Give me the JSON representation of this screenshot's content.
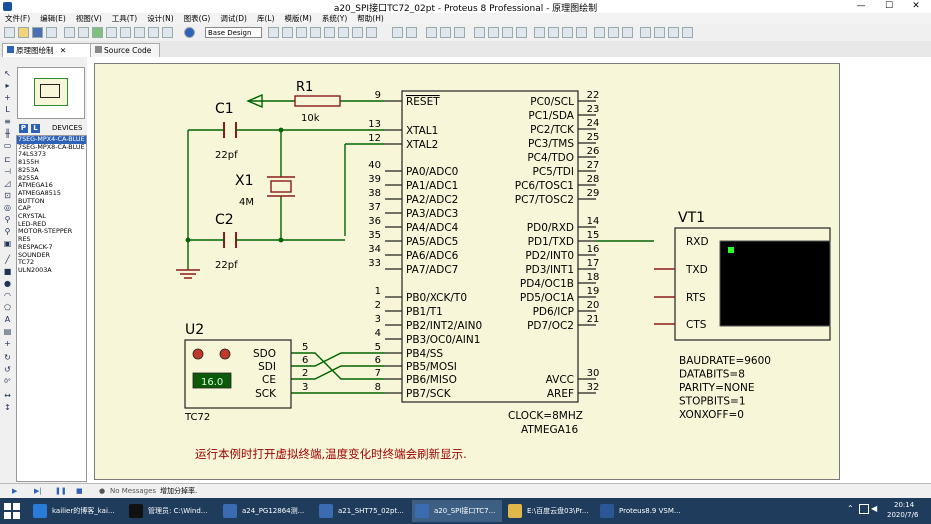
{
  "window": {
    "title": "a20_SPI接口TC72_02pt - Proteus 8 Professional - 原理图绘制",
    "minimize": "—",
    "maximize": "☐",
    "close": "✕"
  },
  "menu": [
    "文件(F)",
    "编辑(E)",
    "视图(V)",
    "工具(T)",
    "设计(N)",
    "图表(G)",
    "调试(D)",
    "库(L)",
    "模版(M)",
    "系统(Y)",
    "帮助(H)"
  ],
  "toolbar": {
    "design_select": "Base Design"
  },
  "tabs": [
    {
      "label": "原理图绘制",
      "active": true
    },
    {
      "label": "Source Code",
      "active": false
    }
  ],
  "devices_panel": {
    "p_label": "P",
    "l_label": "L",
    "header": "DEVICES",
    "items": [
      "7SEG-MPX4-CA-BLUE",
      "7SEG-MPX8-CA-BLUE",
      "74LS373",
      "8155H",
      "8253A",
      "8255A",
      "ATMEGA16",
      "ATMEGA8515",
      "BUTTON",
      "CAP",
      "CRYSTAL",
      "LED-RED",
      "MOTOR-STEPPER",
      "RES",
      "RESPACK-7",
      "SOUNDER",
      "TC72",
      "ULN2003A"
    ],
    "selected_index": 0
  },
  "left_tools": {
    "rotation": "0°"
  },
  "schematic": {
    "R1": {
      "ref": "R1",
      "value": "10k"
    },
    "C1": {
      "ref": "C1",
      "value": "22pf"
    },
    "C2": {
      "ref": "C2",
      "value": "22pf"
    },
    "X1": {
      "ref": "X1",
      "value": "4M"
    },
    "mcu": {
      "name": "ATMEGA16",
      "clock": "CLOCK=8MHZ",
      "left_pins": [
        {
          "num": "9",
          "name": "RESET"
        },
        {
          "num": "13",
          "name": "XTAL1"
        },
        {
          "num": "12",
          "name": "XTAL2"
        },
        {
          "num": "40",
          "name": "PA0/ADC0"
        },
        {
          "num": "39",
          "name": "PA1/ADC1"
        },
        {
          "num": "38",
          "name": "PA2/ADC2"
        },
        {
          "num": "37",
          "name": "PA3/ADC3"
        },
        {
          "num": "36",
          "name": "PA4/ADC4"
        },
        {
          "num": "35",
          "name": "PA5/ADC5"
        },
        {
          "num": "34",
          "name": "PA6/ADC6"
        },
        {
          "num": "33",
          "name": "PA7/ADC7"
        },
        {
          "num": "1",
          "name": "PB0/XCK/T0"
        },
        {
          "num": "2",
          "name": "PB1/T1"
        },
        {
          "num": "3",
          "name": "PB2/INT2/AIN0"
        },
        {
          "num": "4",
          "name": "PB3/OC0/AIN1"
        },
        {
          "num": "5",
          "name": "PB4/SS"
        },
        {
          "num": "6",
          "name": "PB5/MOSI"
        },
        {
          "num": "7",
          "name": "PB6/MISO"
        },
        {
          "num": "8",
          "name": "PB7/SCK"
        }
      ],
      "right_pins": [
        {
          "num": "22",
          "name": "PC0/SCL"
        },
        {
          "num": "23",
          "name": "PC1/SDA"
        },
        {
          "num": "24",
          "name": "PC2/TCK"
        },
        {
          "num": "25",
          "name": "PC3/TMS"
        },
        {
          "num": "26",
          "name": "PC4/TDO"
        },
        {
          "num": "27",
          "name": "PC5/TDI"
        },
        {
          "num": "28",
          "name": "PC6/TOSC1"
        },
        {
          "num": "29",
          "name": "PC7/TOSC2"
        },
        {
          "num": "14",
          "name": "PD0/RXD"
        },
        {
          "num": "15",
          "name": "PD1/TXD"
        },
        {
          "num": "16",
          "name": "PD2/INT0"
        },
        {
          "num": "17",
          "name": "PD3/INT1"
        },
        {
          "num": "18",
          "name": "PD4/OC1B"
        },
        {
          "num": "19",
          "name": "PD5/OC1A"
        },
        {
          "num": "20",
          "name": "PD6/ICP"
        },
        {
          "num": "21",
          "name": "PD7/OC2"
        },
        {
          "num": "30",
          "name": "AVCC"
        },
        {
          "num": "32",
          "name": "AREF"
        }
      ]
    },
    "U2": {
      "ref": "U2",
      "part": "TC72",
      "display": "16.0",
      "pins": [
        {
          "num": "5",
          "name": "SDO"
        },
        {
          "num": "6",
          "name": "SDI"
        },
        {
          "num": "2",
          "name": "CE"
        },
        {
          "num": "3",
          "name": "SCK"
        }
      ]
    },
    "VT1": {
      "ref": "VT1",
      "pins": [
        "RXD",
        "TXD",
        "RTS",
        "CTS"
      ],
      "props": [
        "BAUDRATE=9600",
        "DATABITS=8",
        "PARITY=NONE",
        "STOPBITS=1",
        "XONXOFF=0"
      ]
    },
    "note": "运行本例时打开虚拟终端,温度变化时终端会刷新显示."
  },
  "statusbar": {
    "messages": "No Messages",
    "hint": "增加分掉率."
  },
  "taskbar": {
    "items": [
      {
        "label": "kailier的博客_kai...",
        "color": "#2a7bd6"
      },
      {
        "label": "管理员: C:\\Wind...",
        "color": "#111111"
      },
      {
        "label": "a24_PG12864测...",
        "color": "#3b6bb0"
      },
      {
        "label": "a21_SHT75_02pt...",
        "color": "#3b6bb0"
      },
      {
        "label": "a20_SPI接口TC7...",
        "color": "#3b6bb0"
      },
      {
        "label": "E:\\百度云盘03\\Pr...",
        "color": "#e0b84a"
      },
      {
        "label": "Proteus8.9 VSM...",
        "color": "#2b5797"
      }
    ],
    "active_index": 4,
    "time": "20:14",
    "date": "2020/7/6"
  },
  "colors": {
    "wire": "#006400",
    "component": "#8b1a1a",
    "label": "#000080",
    "pin_number": "#000000",
    "sheet": "#f7f6d8",
    "note": "#a00000",
    "terminal_screen": "#000000",
    "lcd": "#0a5a0a"
  }
}
